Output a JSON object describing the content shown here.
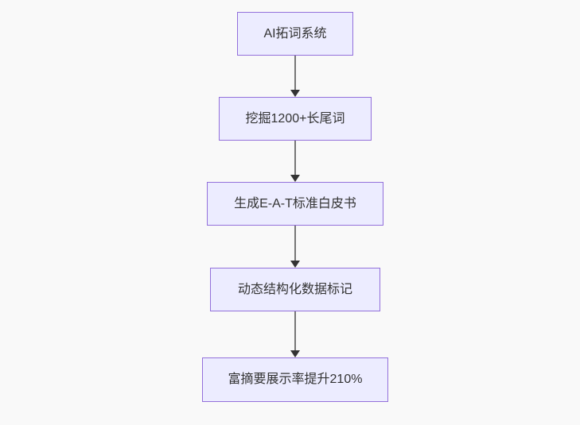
{
  "canvas": {
    "background_color": "#f9f9f9"
  },
  "flowchart": {
    "type": "flowchart",
    "direction": "top-down",
    "node_style": {
      "fill_color": "#ECECFF",
      "border_color": "#9370DB",
      "text_color": "#333333"
    },
    "edge_style": {
      "line_color": "#777777",
      "arrowhead_color": "#333333"
    },
    "nodes": [
      {
        "id": "node-1",
        "label": "AI拓词系统"
      },
      {
        "id": "node-2",
        "label": "挖掘1200+长尾词"
      },
      {
        "id": "node-3",
        "label": "生成E-A-T标准白皮书"
      },
      {
        "id": "node-4",
        "label": "动态结构化数据标记"
      },
      {
        "id": "node-5",
        "label": "富摘要展示率提升210%"
      }
    ],
    "edges": [
      {
        "from": "node-1",
        "to": "node-2"
      },
      {
        "from": "node-2",
        "to": "node-3"
      },
      {
        "from": "node-3",
        "to": "node-4"
      },
      {
        "from": "node-4",
        "to": "node-5"
      }
    ]
  }
}
